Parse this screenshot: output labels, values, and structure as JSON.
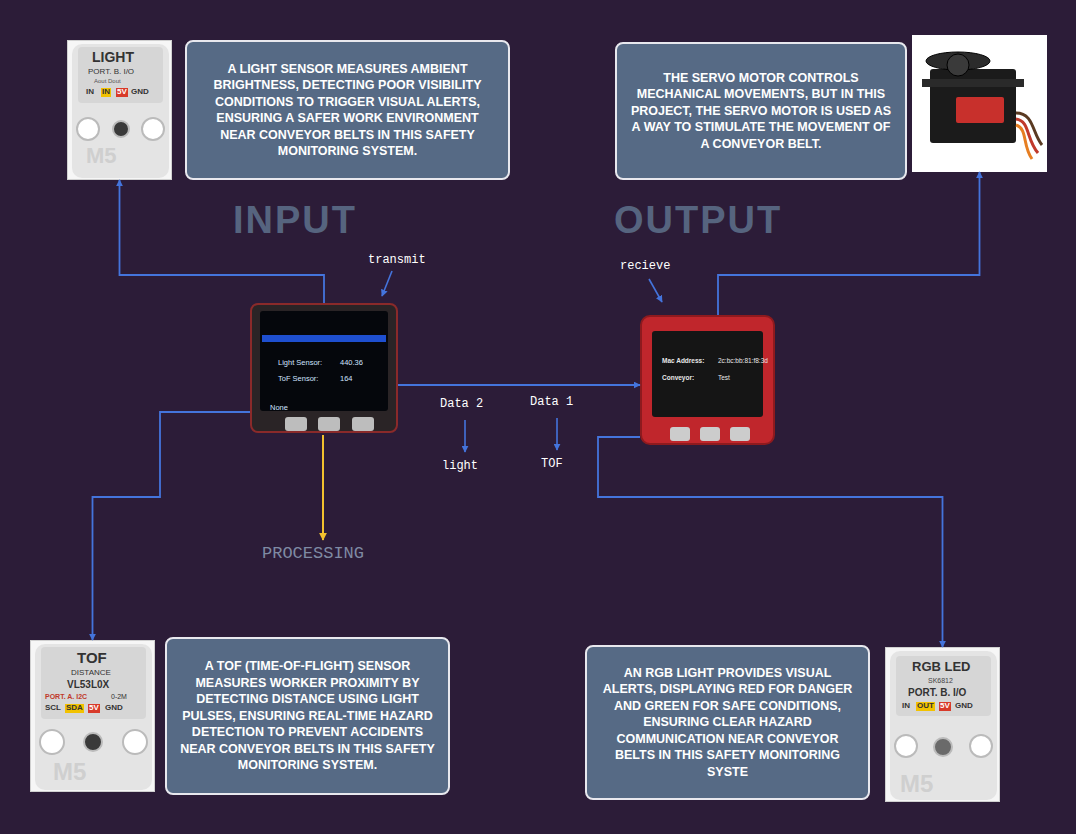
{
  "diagram": {
    "nodes": [
      {
        "text": [
          "LIGHT",
          "PORT. B. I/O",
          "Aout Dout",
          "IN",
          "IN",
          "5V",
          "GND",
          "M5"
        ]
      },
      {
        "text": [
          "A LIGHT SENSOR MEASURES AMBIENT BRIGHTNESS, DETECTING POOR VISIBILITY CONDITIONS TO TRIGGER VISUAL ALERTS, ENSURING A SAFER WORK ENVIRONMENT NEAR CONVEYOR BELTS IN THIS SAFETY MONITORING SYSTEM."
        ]
      },
      {
        "text": [
          "THE SERVO MOTOR CONTROLS MECHANICAL MOVEMENTS, BUT IN THIS PROJECT, THE SERVO MOTOR IS USED AS A WAY TO STIMULATE THE MOVEMENT OF A CONVEYOR BELT."
        ]
      },
      {
        "text": []
      },
      {
        "text": [
          "Light Sensor:",
          "440.36",
          "ToF Sensor:",
          "164",
          "None"
        ]
      },
      {
        "text": [
          "Mac Address:",
          "2c:bc:bb:81:f8:3d",
          "Conveyor:",
          "Test"
        ]
      },
      {
        "text": [
          "TOF",
          "DISTANCE",
          "VL53L0X",
          "PORT. A. I2C",
          "0-2M",
          "SCL",
          "SDA",
          "5V",
          "GND",
          "M5"
        ]
      },
      {
        "text": [
          "A TOF (TIME-OF-FLIGHT) SENSOR MEASURES WORKER PROXIMITY BY DETECTING DISTANCE USING LIGHT PULSES, ENSURING REAL-TIME HAZARD DETECTION TO PREVENT ACCIDENTS NEAR CONVEYOR BELTS IN THIS SAFETY MONITORING SYSTEM."
        ]
      },
      {
        "text": [
          "AN RGB LIGHT PROVIDES VISUAL ALERTS, DISPLAYING RED FOR DANGER AND GREEN FOR SAFE CONDITIONS, ENSURING CLEAR HAZARD COMMUNICATION NEAR CONVEYOR BELTS IN THIS SAFETY MONITORING SYSTE"
        ]
      },
      {
        "text": [
          "RGB LED",
          "SK6812",
          "PORT. B. I/O",
          "IN",
          "OUT",
          "5V",
          "GND",
          "M5"
        ]
      }
    ],
    "edges": [
      {
        "from": 4,
        "to": 0,
        "arrow": "to"
      },
      {
        "from": 4,
        "to": 6,
        "arrow": "to"
      },
      {
        "from": 4,
        "to": 5,
        "arrow": "to"
      },
      {
        "from": 5,
        "to": 3,
        "arrow": "to"
      },
      {
        "from": 5,
        "to": 9,
        "arrow": "to"
      }
    ],
    "labels": [
      "INPUT",
      "OUTPUT",
      "transmit",
      "recieve",
      "Data 2",
      "Data 1",
      "light",
      "TOF",
      "PROCESSING"
    ]
  }
}
